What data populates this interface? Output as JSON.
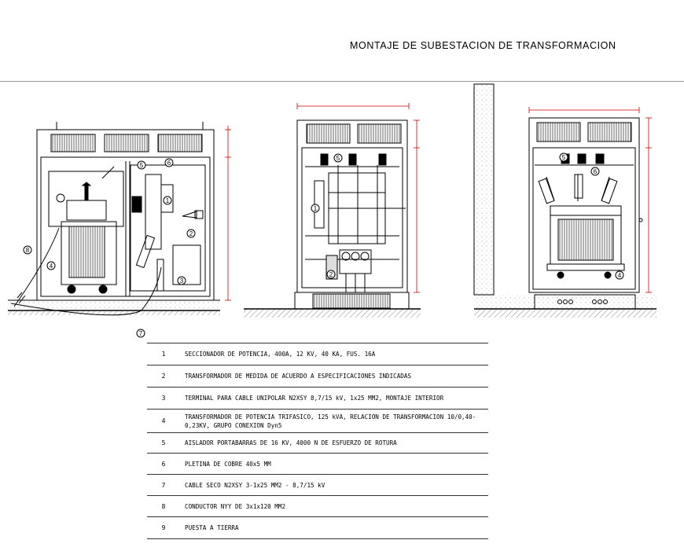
{
  "title": "MONTAJE DE SUBESTACION DE TRANSFORMACION",
  "callouts": [
    "1",
    "2",
    "3",
    "4",
    "5",
    "6",
    "7",
    "8"
  ],
  "legend": [
    {
      "num": "1",
      "text": "SECCIONADOR DE POTENCIA, 400A, 12 KV, 40 KA, FUS. 16A"
    },
    {
      "num": "2",
      "text": "TRANSFORMADOR DE MEDIDA DE ACUERDO A ESPECIFICACIONES INDICADAS"
    },
    {
      "num": "3",
      "text": "TERMINAL PARA CABLE UNIPOLAR N2XSY 8,7/15 kV, 1x25 MM2, MONTAJE INTERIOR"
    },
    {
      "num": "4",
      "text": "TRANSFORMADOR DE POTENCIA TRIFASICO, 125 kVA, RELACION DE TRANSFORMACION 10/0,40-0,23KV, GRUPO CONEXION Dyn5"
    },
    {
      "num": "5",
      "text": "AISLADOR PORTABARRAS DE 16 KV, 4000 N DE ESFUERZO DE ROTURA"
    },
    {
      "num": "6",
      "text": "PLETINA DE COBRE 40x5 MM"
    },
    {
      "num": "7",
      "text": "CABLE SECO N2XSY 3-1x25 MM2 - 8,7/15 kV"
    },
    {
      "num": "8",
      "text": "CONDUCTOR NYY DE 3x1x120 MM2"
    },
    {
      "num": "9",
      "text": "PUESTA A TIERRA"
    }
  ],
  "colors": {
    "ink": "#000000",
    "dimension": "#d00000",
    "rule": "#9a9a9a"
  }
}
